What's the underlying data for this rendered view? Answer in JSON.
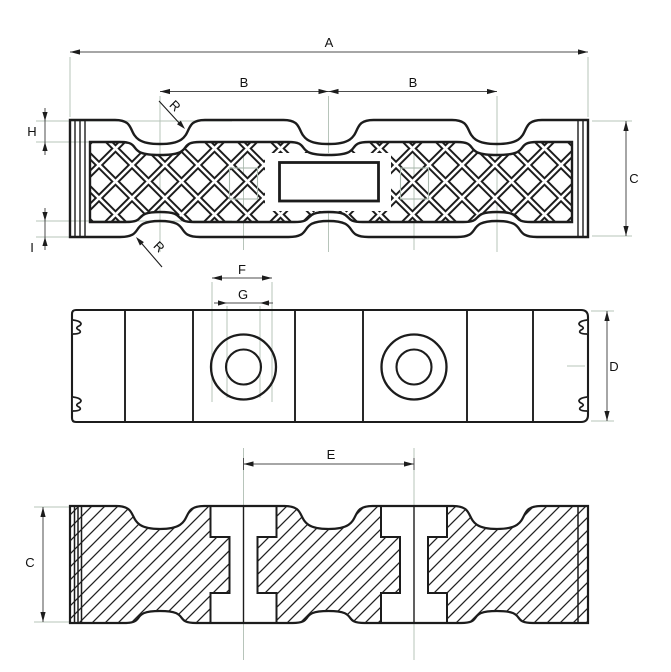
{
  "drawing": {
    "kind": "engineering-multiview-drawing",
    "views": {
      "front": "front view with diamond lattice and scalloped edges",
      "plan": "plan view with two counterbored holes",
      "section": "hatched section view with two counterbore bosses"
    }
  },
  "dims": {
    "a": "A",
    "b1": "B",
    "b2": "B",
    "c_front": "C",
    "c_section": "C",
    "d": "D",
    "e": "E",
    "f": "F",
    "g": "G",
    "h": "H",
    "i": "I",
    "r_top": "R",
    "r_bottom": "R"
  },
  "colors": {
    "line": "#1c1c1c",
    "dim": "#4d4d4d",
    "construction": "#b7c4ba",
    "background": "#ffffff"
  }
}
